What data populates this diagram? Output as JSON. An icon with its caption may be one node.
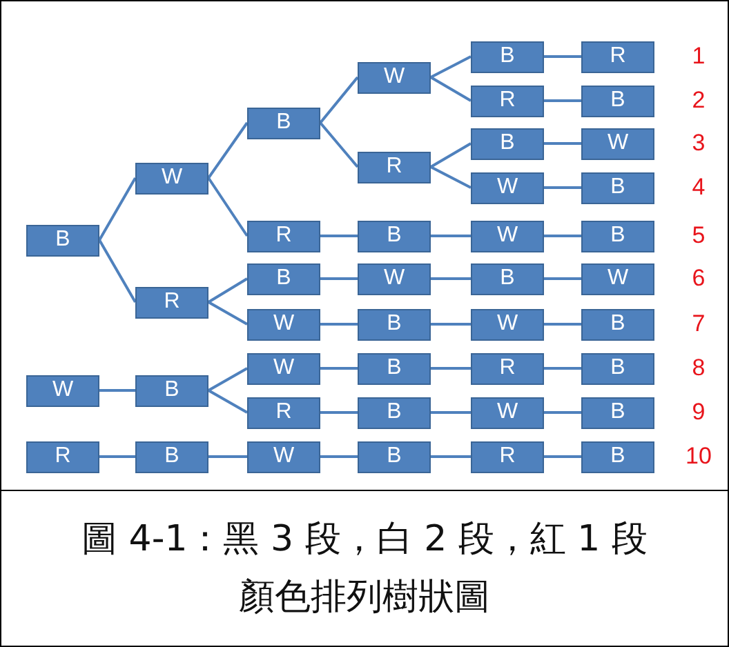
{
  "diagram": {
    "caption": "圖 4-1：黑 3 段，白 2 段，紅 1 段顏色排列樹狀圖",
    "nodes": [
      {
        "text": [
          "B"
        ]
      },
      {
        "text": [
          "W"
        ]
      },
      {
        "text": [
          "R"
        ]
      },
      {
        "text": [
          "B"
        ]
      },
      {
        "text": [
          "R"
        ]
      },
      {
        "text": [
          "B"
        ]
      },
      {
        "text": [
          "W"
        ]
      },
      {
        "text": [
          "W"
        ]
      },
      {
        "text": [
          "R"
        ]
      },
      {
        "text": [
          "B"
        ]
      },
      {
        "text": [
          "R"
        ]
      },
      {
        "text": [
          "R"
        ]
      },
      {
        "text": [
          "B"
        ]
      },
      {
        "text": [
          "B"
        ]
      },
      {
        "text": [
          "W"
        ]
      },
      {
        "text": [
          "W"
        ]
      },
      {
        "text": [
          "B"
        ]
      },
      {
        "text": [
          "B"
        ]
      },
      {
        "text": [
          "W"
        ]
      },
      {
        "text": [
          "B"
        ]
      },
      {
        "text": [
          "W"
        ]
      },
      {
        "text": [
          "B"
        ]
      },
      {
        "text": [
          "W"
        ]
      },
      {
        "text": [
          "B"
        ]
      },
      {
        "text": [
          "W"
        ]
      },
      {
        "text": [
          "B"
        ]
      },
      {
        "text": [
          "W"
        ]
      },
      {
        "text": [
          "B"
        ]
      },
      {
        "text": [
          "W"
        ]
      },
      {
        "text": [
          "R"
        ]
      },
      {
        "text": [
          "B"
        ]
      },
      {
        "text": [
          "R"
        ]
      },
      {
        "text": [
          "B"
        ]
      },
      {
        "text": [
          "B"
        ]
      },
      {
        "text": [
          "W"
        ]
      },
      {
        "text": [
          "B"
        ]
      },
      {
        "text": [
          "R"
        ]
      },
      {
        "text": [
          "B"
        ]
      },
      {
        "text": [
          "W"
        ]
      },
      {
        "text": [
          "B"
        ]
      },
      {
        "text": [
          "R"
        ]
      },
      {
        "text": [
          "B"
        ]
      }
    ],
    "edges": [
      {
        "from": 0,
        "to": 1,
        "arrow": "none"
      },
      {
        "from": 0,
        "to": 2,
        "arrow": "none"
      },
      {
        "from": 1,
        "to": 3,
        "arrow": "none"
      },
      {
        "from": 1,
        "to": 4,
        "arrow": "none"
      },
      {
        "from": 3,
        "to": 7,
        "arrow": "none"
      },
      {
        "from": 3,
        "to": 8,
        "arrow": "none"
      },
      {
        "from": 7,
        "to": 9,
        "arrow": "none"
      },
      {
        "from": 7,
        "to": 11,
        "arrow": "none"
      },
      {
        "from": 9,
        "to": 10,
        "arrow": "none"
      },
      {
        "from": 11,
        "to": 12,
        "arrow": "none"
      },
      {
        "from": 8,
        "to": 13,
        "arrow": "none"
      },
      {
        "from": 8,
        "to": 15,
        "arrow": "none"
      },
      {
        "from": 13,
        "to": 14,
        "arrow": "none"
      },
      {
        "from": 15,
        "to": 16,
        "arrow": "none"
      },
      {
        "from": 4,
        "to": 17,
        "arrow": "none"
      },
      {
        "from": 17,
        "to": 18,
        "arrow": "none"
      },
      {
        "from": 18,
        "to": 19,
        "arrow": "none"
      },
      {
        "from": 2,
        "to": 5,
        "arrow": "none"
      },
      {
        "from": 2,
        "to": 6,
        "arrow": "none"
      },
      {
        "from": 5,
        "to": 20,
        "arrow": "none"
      },
      {
        "from": 20,
        "to": 21,
        "arrow": "none"
      },
      {
        "from": 21,
        "to": 22,
        "arrow": "none"
      },
      {
        "from": 6,
        "to": 23,
        "arrow": "none"
      },
      {
        "from": 23,
        "to": 24,
        "arrow": "none"
      },
      {
        "from": 24,
        "to": 25,
        "arrow": "none"
      },
      {
        "from": 26,
        "to": 27,
        "arrow": "none"
      },
      {
        "from": 27,
        "to": 28,
        "arrow": "none"
      },
      {
        "from": 27,
        "to": 29,
        "arrow": "none"
      },
      {
        "from": 28,
        "to": 30,
        "arrow": "none"
      },
      {
        "from": 30,
        "to": 31,
        "arrow": "none"
      },
      {
        "from": 31,
        "to": 32,
        "arrow": "none"
      },
      {
        "from": 29,
        "to": 33,
        "arrow": "none"
      },
      {
        "from": 33,
        "to": 34,
        "arrow": "none"
      },
      {
        "from": 34,
        "to": 35,
        "arrow": "none"
      },
      {
        "from": 36,
        "to": 37,
        "arrow": "none"
      },
      {
        "from": 37,
        "to": 38,
        "arrow": "none"
      },
      {
        "from": 38,
        "to": 39,
        "arrow": "none"
      },
      {
        "from": 39,
        "to": 40,
        "arrow": "none"
      },
      {
        "from": 40,
        "to": 41,
        "arrow": "none"
      }
    ],
    "labels": [
      "1",
      "2",
      "3",
      "4",
      "5",
      "6",
      "7",
      "8",
      "9",
      "10"
    ]
  }
}
